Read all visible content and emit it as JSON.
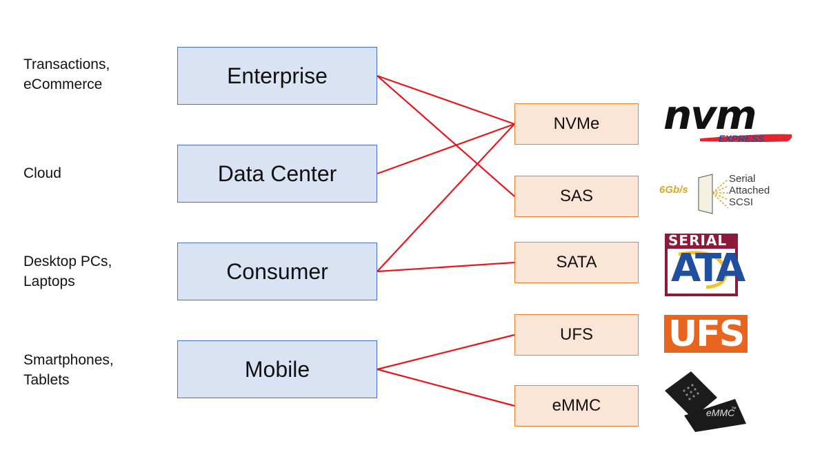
{
  "use_cases": [
    {
      "id": "enterprise",
      "text": "Transactions,\neCommerce"
    },
    {
      "id": "datacenter",
      "text": "Cloud"
    },
    {
      "id": "consumer",
      "text": "Desktop PCs,\nLaptops"
    },
    {
      "id": "mobile",
      "text": "Smartphones,\nTablets"
    }
  ],
  "segments": [
    {
      "id": "enterprise",
      "label": "Enterprise"
    },
    {
      "id": "datacenter",
      "label": "Data Center"
    },
    {
      "id": "consumer",
      "label": "Consumer"
    },
    {
      "id": "mobile",
      "label": "Mobile"
    }
  ],
  "interfaces": [
    {
      "id": "nvme",
      "label": "NVMe"
    },
    {
      "id": "sas",
      "label": "SAS"
    },
    {
      "id": "sata",
      "label": "SATA"
    },
    {
      "id": "ufs",
      "label": "UFS"
    },
    {
      "id": "emmc",
      "label": "eMMC"
    }
  ],
  "connections": [
    {
      "from": "enterprise",
      "to": "nvme"
    },
    {
      "from": "enterprise",
      "to": "sas"
    },
    {
      "from": "datacenter",
      "to": "nvme"
    },
    {
      "from": "consumer",
      "to": "nvme"
    },
    {
      "from": "consumer",
      "to": "sata"
    },
    {
      "from": "mobile",
      "to": "ufs"
    },
    {
      "from": "mobile",
      "to": "emmc"
    }
  ],
  "logos": {
    "nvme": {
      "icon": "nvm-express-logo",
      "word": "nvm",
      "sub": "EXPRESS"
    },
    "sas": {
      "icon": "serial-attached-scsi-logo",
      "speed": "6Gb/s",
      "line1": "Serial",
      "line2": "Attached",
      "line3": "SCSI"
    },
    "sata": {
      "icon": "serial-ata-logo",
      "top": "SERIAL",
      "main": "ATA"
    },
    "ufs": {
      "icon": "ufs-logo",
      "text": "UFS"
    },
    "emmc": {
      "icon": "emmc-chip-logo",
      "text": "eMMC",
      "tm": "™"
    }
  },
  "colors": {
    "line": "#e8151b",
    "segment_fill": "#dae3f3",
    "segment_border": "#4472c4",
    "interface_fill": "#fbe5d6",
    "interface_border": "#ed7d31"
  }
}
